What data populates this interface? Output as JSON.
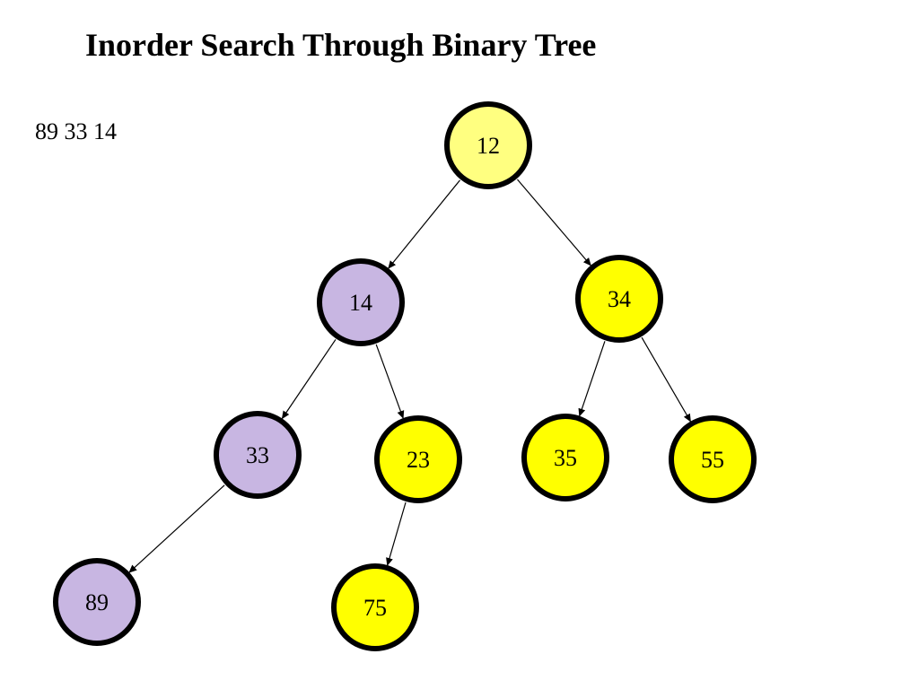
{
  "title": "Inorder Search Through Binary Tree",
  "output": "89 33 14",
  "colors": {
    "unvisited": "#FFFF00",
    "current": "#FFFF80",
    "visited": "#C8B6E2",
    "border": "#000000",
    "edge": "#000000"
  },
  "tree": {
    "nodes": [
      {
        "id": "n12",
        "label": "12",
        "state": "current"
      },
      {
        "id": "n14",
        "label": "14",
        "state": "visited"
      },
      {
        "id": "n34",
        "label": "34",
        "state": "unvisited"
      },
      {
        "id": "n33",
        "label": "33",
        "state": "visited"
      },
      {
        "id": "n23",
        "label": "23",
        "state": "unvisited"
      },
      {
        "id": "n35",
        "label": "35",
        "state": "unvisited"
      },
      {
        "id": "n55",
        "label": "55",
        "state": "unvisited"
      },
      {
        "id": "n89",
        "label": "89",
        "state": "visited"
      },
      {
        "id": "n75",
        "label": "75",
        "state": "unvisited"
      }
    ],
    "edges": [
      {
        "from": "n12",
        "to": "n14"
      },
      {
        "from": "n12",
        "to": "n34"
      },
      {
        "from": "n14",
        "to": "n33"
      },
      {
        "from": "n14",
        "to": "n23"
      },
      {
        "from": "n34",
        "to": "n35"
      },
      {
        "from": "n34",
        "to": "n55"
      },
      {
        "from": "n33",
        "to": "n89"
      },
      {
        "from": "n23",
        "to": "n75"
      }
    ]
  }
}
